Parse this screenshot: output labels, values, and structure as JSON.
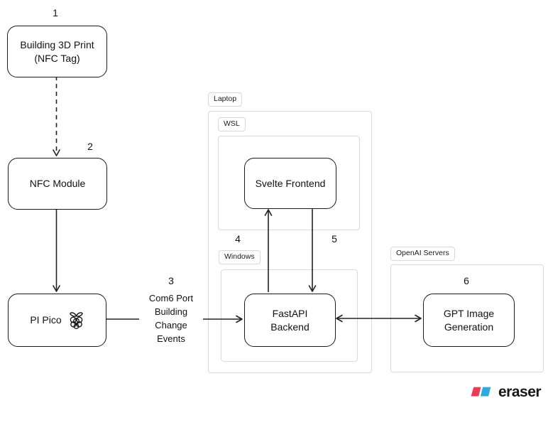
{
  "diagram": {
    "nodes": {
      "building_3d_print": {
        "step": "1",
        "line1": "Building 3D Print",
        "line2": "(NFC Tag)"
      },
      "nfc_module": {
        "step": "2",
        "label": "NFC Module"
      },
      "pi_pico": {
        "label": "PI Pico",
        "icon": "raspberry-pi-icon"
      },
      "svelte_frontend": {
        "label": "Svelte Frontend"
      },
      "fastapi_backend": {
        "line1": "FastAPI",
        "line2": "Backend"
      },
      "gpt_image_generation": {
        "step": "6",
        "line1": "GPT Image",
        "line2": "Generation"
      }
    },
    "groups": {
      "laptop": {
        "label": "Laptop"
      },
      "wsl": {
        "label": "WSL"
      },
      "windows": {
        "label": "Windows"
      },
      "openai_servers": {
        "label": "OpenAI Servers"
      }
    },
    "edges": {
      "pipico_to_fastapi": {
        "step": "3",
        "label_lines": [
          "Com6 Port",
          "Building",
          "Change",
          "Events"
        ]
      },
      "fastapi_to_svelte": {
        "step": "4"
      },
      "svelte_to_fastapi": {
        "step": "5"
      }
    },
    "colors": {
      "node_border": "#1a1a1a",
      "container_border": "#dadada",
      "text": "#111111"
    }
  },
  "branding": {
    "logo_text": "eraser",
    "logo_red": "#ee3a54",
    "logo_blue": "#29aae1"
  }
}
